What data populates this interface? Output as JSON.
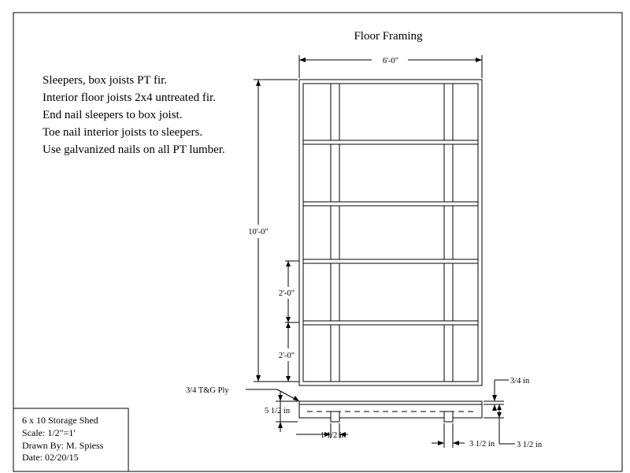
{
  "drawing": {
    "title": "Floor Framing",
    "notes": [
      "Sleepers, box joists PT fir.",
      "Interior floor joists 2x4 untreated fir.",
      "End nail sleepers to box joist.",
      "Toe nail interior joists to sleepers.",
      "Use galvanized nails on all PT lumber."
    ],
    "dimensions": {
      "width": "6'-0\"",
      "length": "10'-0\"",
      "spacing_upper": "2'-0\"",
      "spacing_lower": "2'-0\"",
      "plywood": "3/4 T&G Ply",
      "height": "5 1/2 in",
      "sleeper_width": "1 1/2 in",
      "plywood_thickness": "3/4 in",
      "joist_depth_a": "3 1/2 in",
      "joist_depth_b": "3 1/2 in"
    }
  },
  "title_block": {
    "project": "6 x 10 Storage Shed",
    "scale": "Scale: 1/2\"=1'",
    "drawn_by": "Drawn By: M. Spiess",
    "date": "Date: 02/20/15"
  }
}
